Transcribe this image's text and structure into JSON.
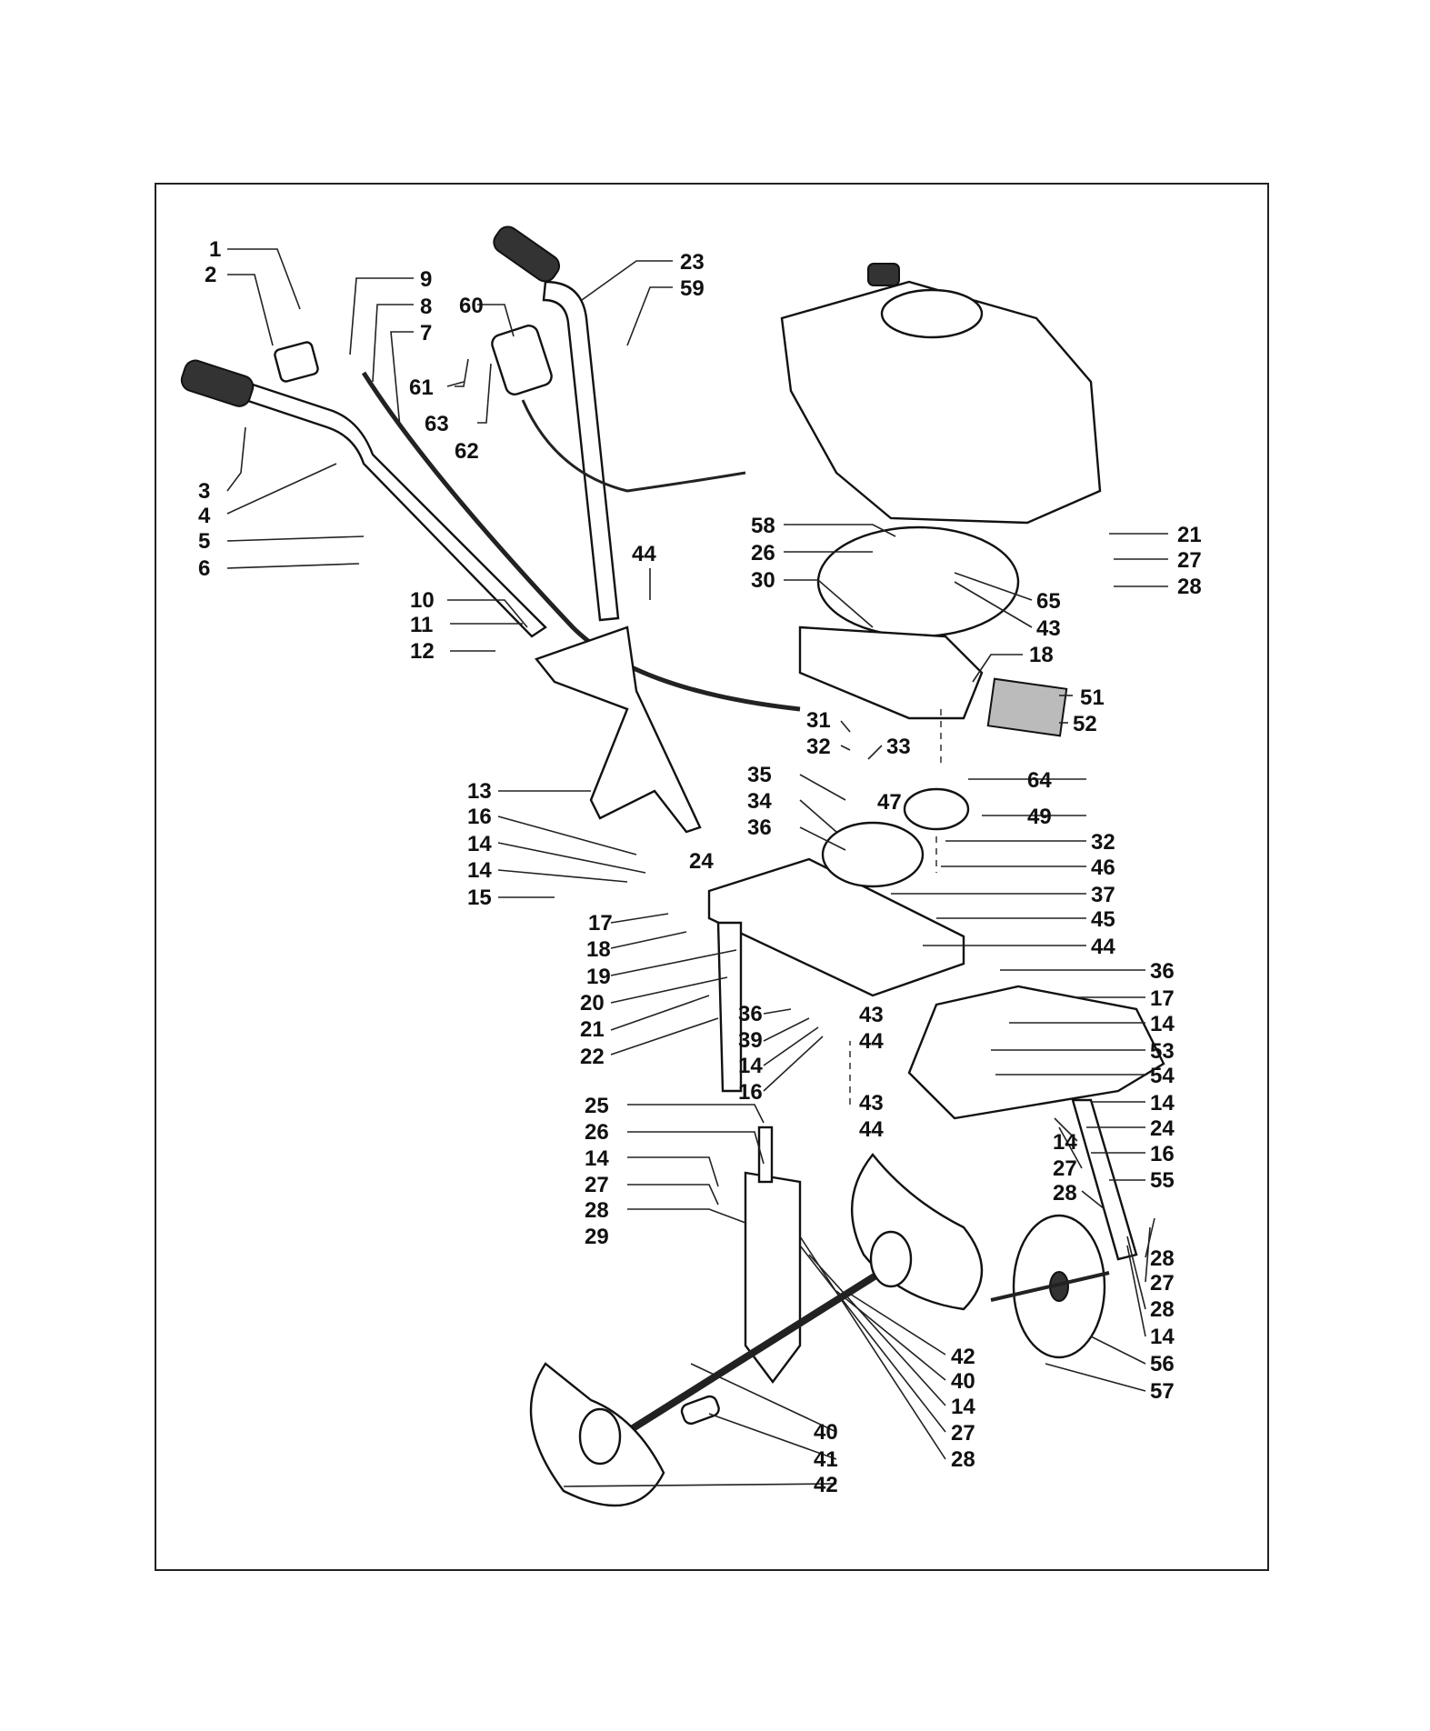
{
  "diagram": {
    "callouts": [
      {
        "id": "1",
        "text": "1"
      },
      {
        "id": "2",
        "text": "2"
      },
      {
        "id": "3",
        "text": "3"
      },
      {
        "id": "4",
        "text": "4"
      },
      {
        "id": "5",
        "text": "5"
      },
      {
        "id": "6",
        "text": "6"
      },
      {
        "id": "7",
        "text": "7"
      },
      {
        "id": "8",
        "text": "8"
      },
      {
        "id": "9",
        "text": "9"
      },
      {
        "id": "10",
        "text": "10"
      },
      {
        "id": "11",
        "text": "11"
      },
      {
        "id": "12",
        "text": "12"
      },
      {
        "id": "13",
        "text": "13"
      },
      {
        "id": "16a",
        "text": "16"
      },
      {
        "id": "14a",
        "text": "14"
      },
      {
        "id": "14b",
        "text": "14"
      },
      {
        "id": "15",
        "text": "15"
      },
      {
        "id": "24a",
        "text": "24"
      },
      {
        "id": "17a",
        "text": "17"
      },
      {
        "id": "18a",
        "text": "18"
      },
      {
        "id": "19",
        "text": "19"
      },
      {
        "id": "20",
        "text": "20"
      },
      {
        "id": "21a",
        "text": "21"
      },
      {
        "id": "22",
        "text": "22"
      },
      {
        "id": "36a",
        "text": "36"
      },
      {
        "id": "39",
        "text": "39"
      },
      {
        "id": "14c",
        "text": "14"
      },
      {
        "id": "16b",
        "text": "16"
      },
      {
        "id": "23",
        "text": "23"
      },
      {
        "id": "59",
        "text": "59"
      },
      {
        "id": "60",
        "text": "60"
      },
      {
        "id": "61",
        "text": "61"
      },
      {
        "id": "63",
        "text": "63"
      },
      {
        "id": "62",
        "text": "62"
      },
      {
        "id": "44a",
        "text": "44"
      },
      {
        "id": "21b",
        "text": "21"
      },
      {
        "id": "27a",
        "text": "27"
      },
      {
        "id": "28a",
        "text": "28"
      },
      {
        "id": "58",
        "text": "58"
      },
      {
        "id": "26a",
        "text": "26"
      },
      {
        "id": "30",
        "text": "30"
      },
      {
        "id": "65",
        "text": "65"
      },
      {
        "id": "43a",
        "text": "43"
      },
      {
        "id": "18b",
        "text": "18"
      },
      {
        "id": "51",
        "text": "51"
      },
      {
        "id": "52",
        "text": "52"
      },
      {
        "id": "31",
        "text": "31"
      },
      {
        "id": "32a",
        "text": "32"
      },
      {
        "id": "33",
        "text": "33"
      },
      {
        "id": "35",
        "text": "35"
      },
      {
        "id": "34",
        "text": "34"
      },
      {
        "id": "36b",
        "text": "36"
      },
      {
        "id": "47",
        "text": "47"
      },
      {
        "id": "64",
        "text": "64"
      },
      {
        "id": "49",
        "text": "49"
      },
      {
        "id": "32b",
        "text": "32"
      },
      {
        "id": "46",
        "text": "46"
      },
      {
        "id": "37",
        "text": "37"
      },
      {
        "id": "45",
        "text": "45"
      },
      {
        "id": "44b",
        "text": "44"
      },
      {
        "id": "36c",
        "text": "36"
      },
      {
        "id": "17b",
        "text": "17"
      },
      {
        "id": "14d",
        "text": "14"
      },
      {
        "id": "43b",
        "text": "43"
      },
      {
        "id": "44c",
        "text": "44"
      },
      {
        "id": "53",
        "text": "53"
      },
      {
        "id": "54",
        "text": "54"
      },
      {
        "id": "43c",
        "text": "43"
      },
      {
        "id": "44d",
        "text": "44"
      },
      {
        "id": "14e",
        "text": "14"
      },
      {
        "id": "24b",
        "text": "24"
      },
      {
        "id": "14f",
        "text": "14"
      },
      {
        "id": "16c",
        "text": "16"
      },
      {
        "id": "27b",
        "text": "27"
      },
      {
        "id": "55",
        "text": "55"
      },
      {
        "id": "28b",
        "text": "28"
      },
      {
        "id": "28c",
        "text": "28"
      },
      {
        "id": "27c",
        "text": "27"
      },
      {
        "id": "28d",
        "text": "28"
      },
      {
        "id": "14g",
        "text": "14"
      },
      {
        "id": "56",
        "text": "56"
      },
      {
        "id": "57",
        "text": "57"
      },
      {
        "id": "25",
        "text": "25"
      },
      {
        "id": "26b",
        "text": "26"
      },
      {
        "id": "14h",
        "text": "14"
      },
      {
        "id": "27d",
        "text": "27"
      },
      {
        "id": "28e",
        "text": "28"
      },
      {
        "id": "29",
        "text": "29"
      },
      {
        "id": "42a",
        "text": "42"
      },
      {
        "id": "40a",
        "text": "40"
      },
      {
        "id": "14i",
        "text": "14"
      },
      {
        "id": "27e",
        "text": "27"
      },
      {
        "id": "28f",
        "text": "28"
      },
      {
        "id": "40b",
        "text": "40"
      },
      {
        "id": "41",
        "text": "41"
      },
      {
        "id": "42b",
        "text": "42"
      }
    ]
  }
}
